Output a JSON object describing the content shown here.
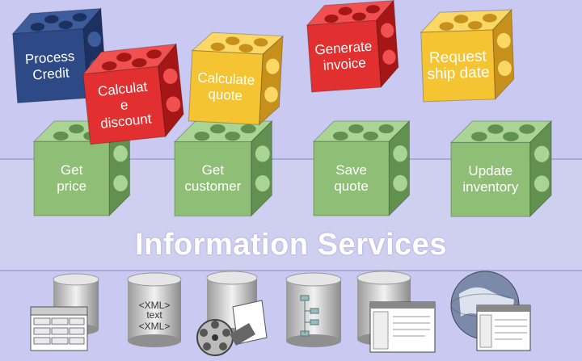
{
  "band": {
    "title": "Information Services"
  },
  "service_blocks": [
    {
      "id": "process-credit",
      "label": "Process\nCredit",
      "color": "navy"
    },
    {
      "id": "calculate-discount",
      "label": "Calculat\ne\ndiscount",
      "color": "red"
    },
    {
      "id": "calculate-quote",
      "label": "Calculate\nquote",
      "color": "yellow"
    },
    {
      "id": "generate-invoice",
      "label": "Generate\ninvoice",
      "color": "red"
    },
    {
      "id": "request-ship-date",
      "label": "Request\nship date",
      "color": "yellow"
    },
    {
      "id": "get-price",
      "label": "Get\nprice",
      "color": "green"
    },
    {
      "id": "get-customer",
      "label": "Get\ncustomer",
      "color": "green"
    },
    {
      "id": "save-quote",
      "label": "Save\nquote",
      "color": "green"
    },
    {
      "id": "update-inventory",
      "label": "Update\ninventory",
      "color": "green"
    }
  ],
  "colors": {
    "navy": [
      "#2e4a86",
      "#1c3160",
      "#3d5c9c"
    ],
    "red": [
      "#e23030",
      "#a51616",
      "#f05050"
    ],
    "yellow": [
      "#f5c433",
      "#c7901a",
      "#fbd866"
    ],
    "green": [
      "#8fbf77",
      "#62904e",
      "#a9d494"
    ]
  },
  "data_sources": [
    {
      "id": "table-db",
      "icon": "table-icon"
    },
    {
      "id": "xml-db",
      "icon": "xml-document-icon",
      "lines": [
        "<XML>",
        "text",
        "<XML>"
      ]
    },
    {
      "id": "media-db",
      "icon": "film-reel-icon"
    },
    {
      "id": "hierarchy-db",
      "icon": "tree-hierarchy-icon"
    },
    {
      "id": "app-db",
      "icon": "application-window-icon"
    },
    {
      "id": "web-db",
      "icon": "globe-icon"
    }
  ]
}
